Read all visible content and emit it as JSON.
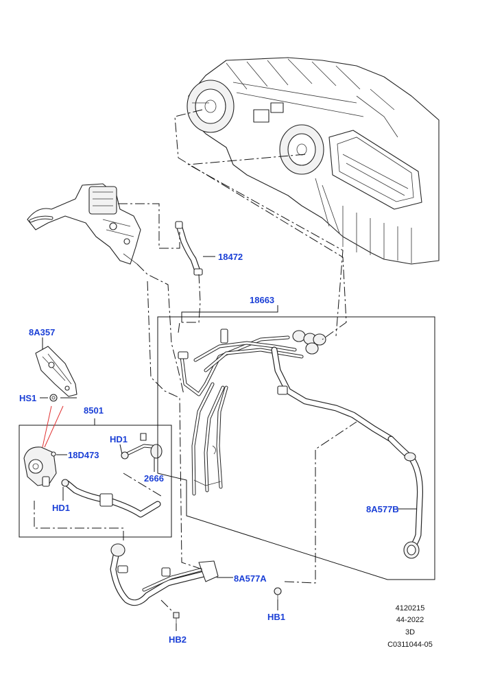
{
  "callouts": {
    "c18472": "18472",
    "c18663": "18663",
    "c8A357": "8A357",
    "cHS1": "HS1",
    "c8501": "8501",
    "cHD1a": "HD1",
    "c18D473": "18D473",
    "c2666": "2666",
    "cHD1b": "HD1",
    "c8A577B": "8A577B",
    "c8A577A": "8A577A",
    "cHB1": "HB1",
    "cHB2": "HB2"
  },
  "reference": {
    "line1": "4120215",
    "line2": "44-2022",
    "line3": "3D",
    "line4": "C0311044-05"
  },
  "colors": {
    "callout": "#1a3fd6",
    "highlight": "#e03030"
  }
}
